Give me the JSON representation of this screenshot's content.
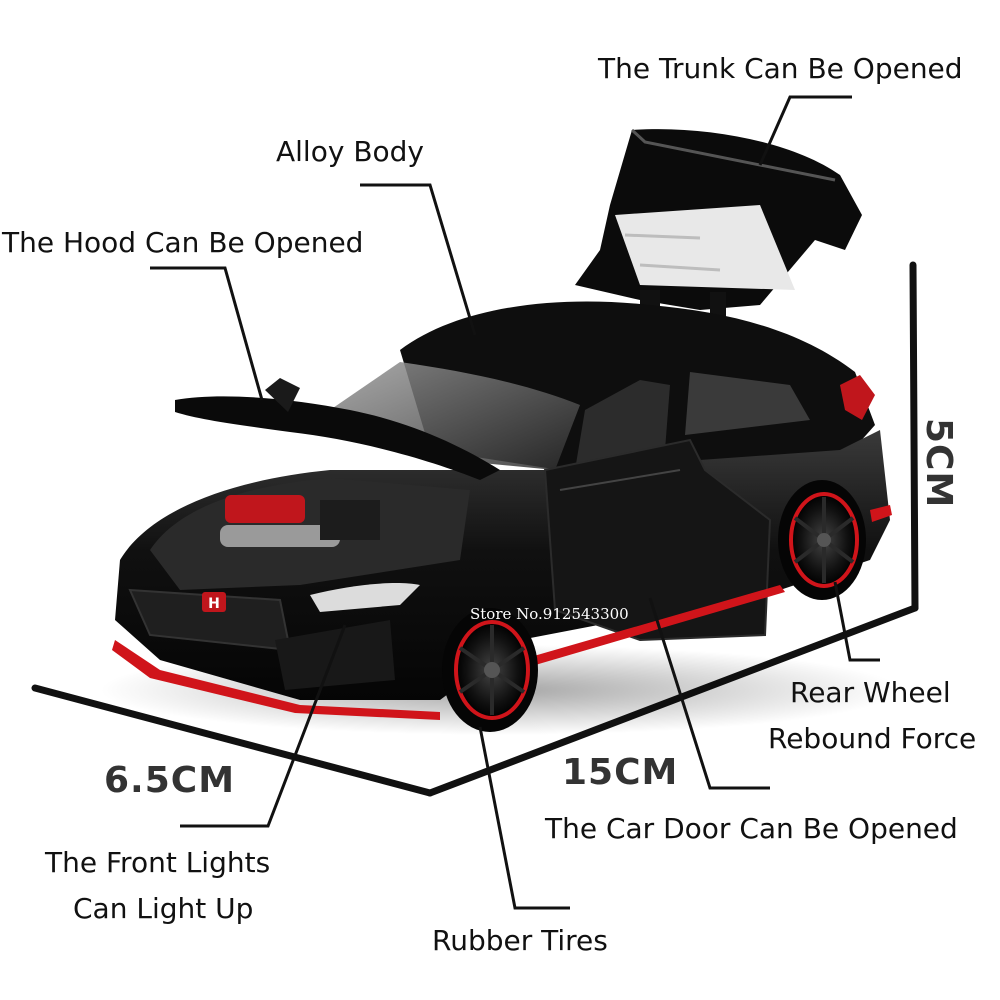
{
  "callouts": {
    "trunk": "The Trunk Can Be Opened",
    "body": "Alloy Body",
    "hood": "The Hood Can Be Opened",
    "rear_wheel_line1": "Rear Wheel",
    "rear_wheel_line2": "Rebound Force",
    "door": "The Car Door Can Be Opened",
    "front_lights_line1": "The Front Lights",
    "front_lights_line2": "Can Light Up",
    "tires": "Rubber Tires"
  },
  "dimensions": {
    "height": "5CM",
    "width": "6.5CM",
    "length": "15CM"
  },
  "watermark": "Store No.912543300",
  "colors": {
    "car_body": "#0d0d0d",
    "accent_red": "#d0141a",
    "text": "#111111",
    "dimension_text": "#333333"
  }
}
